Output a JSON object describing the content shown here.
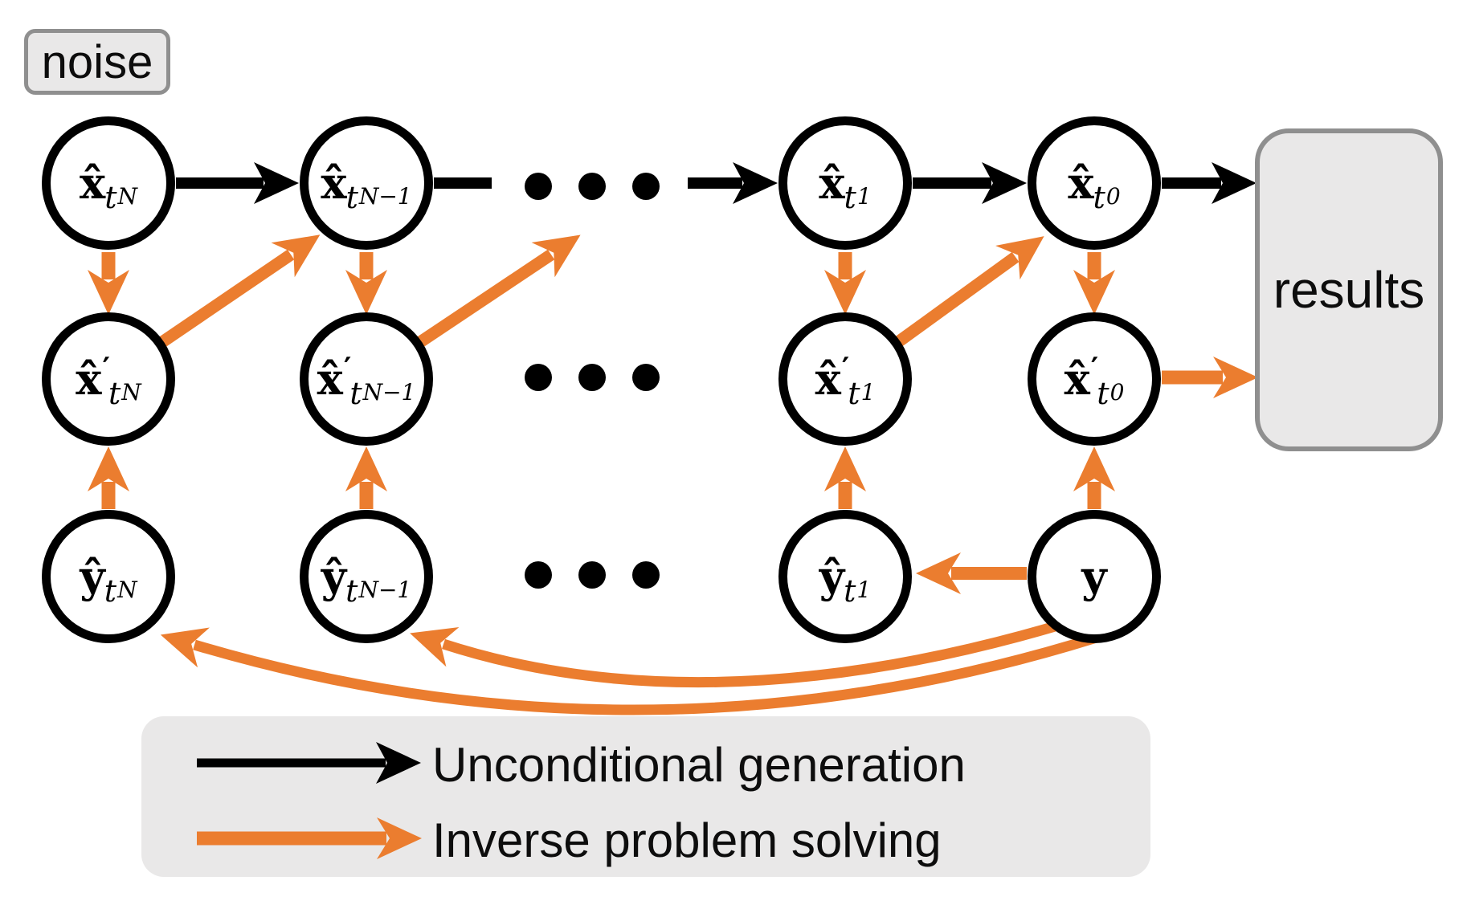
{
  "noise_box": {
    "label": "noise"
  },
  "results_box": {
    "label": "results"
  },
  "legend": {
    "unconditional_label": "Unconditional generation",
    "inverse_label": "Inverse problem solving"
  },
  "colors": {
    "unconditional_arrow": "#000000",
    "inverse_arrow": "#EB7D2F",
    "box_fill": "#E9E8E8",
    "box_border": "#8F8F8F",
    "node_fill": "#FFFFFF",
    "node_border": "#000000"
  },
  "nodes": {
    "top": [
      {
        "base": "x̂",
        "prime": "",
        "sub": "t",
        "subsub": "N"
      },
      {
        "base": "x̂",
        "prime": "",
        "sub": "t",
        "subsub": "N−1"
      },
      {
        "base": "x̂",
        "prime": "",
        "sub": "t",
        "subsub": "1"
      },
      {
        "base": "x̂",
        "prime": "",
        "sub": "t",
        "subsub": "0"
      }
    ],
    "middle": [
      {
        "base": "x̂",
        "prime": "′",
        "sub": "t",
        "subsub": "N"
      },
      {
        "base": "x̂",
        "prime": "′",
        "sub": "t",
        "subsub": "N−1"
      },
      {
        "base": "x̂",
        "prime": "′",
        "sub": "t",
        "subsub": "1"
      },
      {
        "base": "x̂",
        "prime": "′",
        "sub": "t",
        "subsub": "0"
      }
    ],
    "bottom": [
      {
        "base": "ŷ",
        "prime": "",
        "sub": "t",
        "subsub": "N"
      },
      {
        "base": "ŷ",
        "prime": "",
        "sub": "t",
        "subsub": "N−1"
      },
      {
        "base": "ŷ",
        "prime": "",
        "sub": "t",
        "subsub": "1"
      },
      {
        "base": "y",
        "prime": "",
        "sub": "",
        "subsub": ""
      }
    ]
  }
}
